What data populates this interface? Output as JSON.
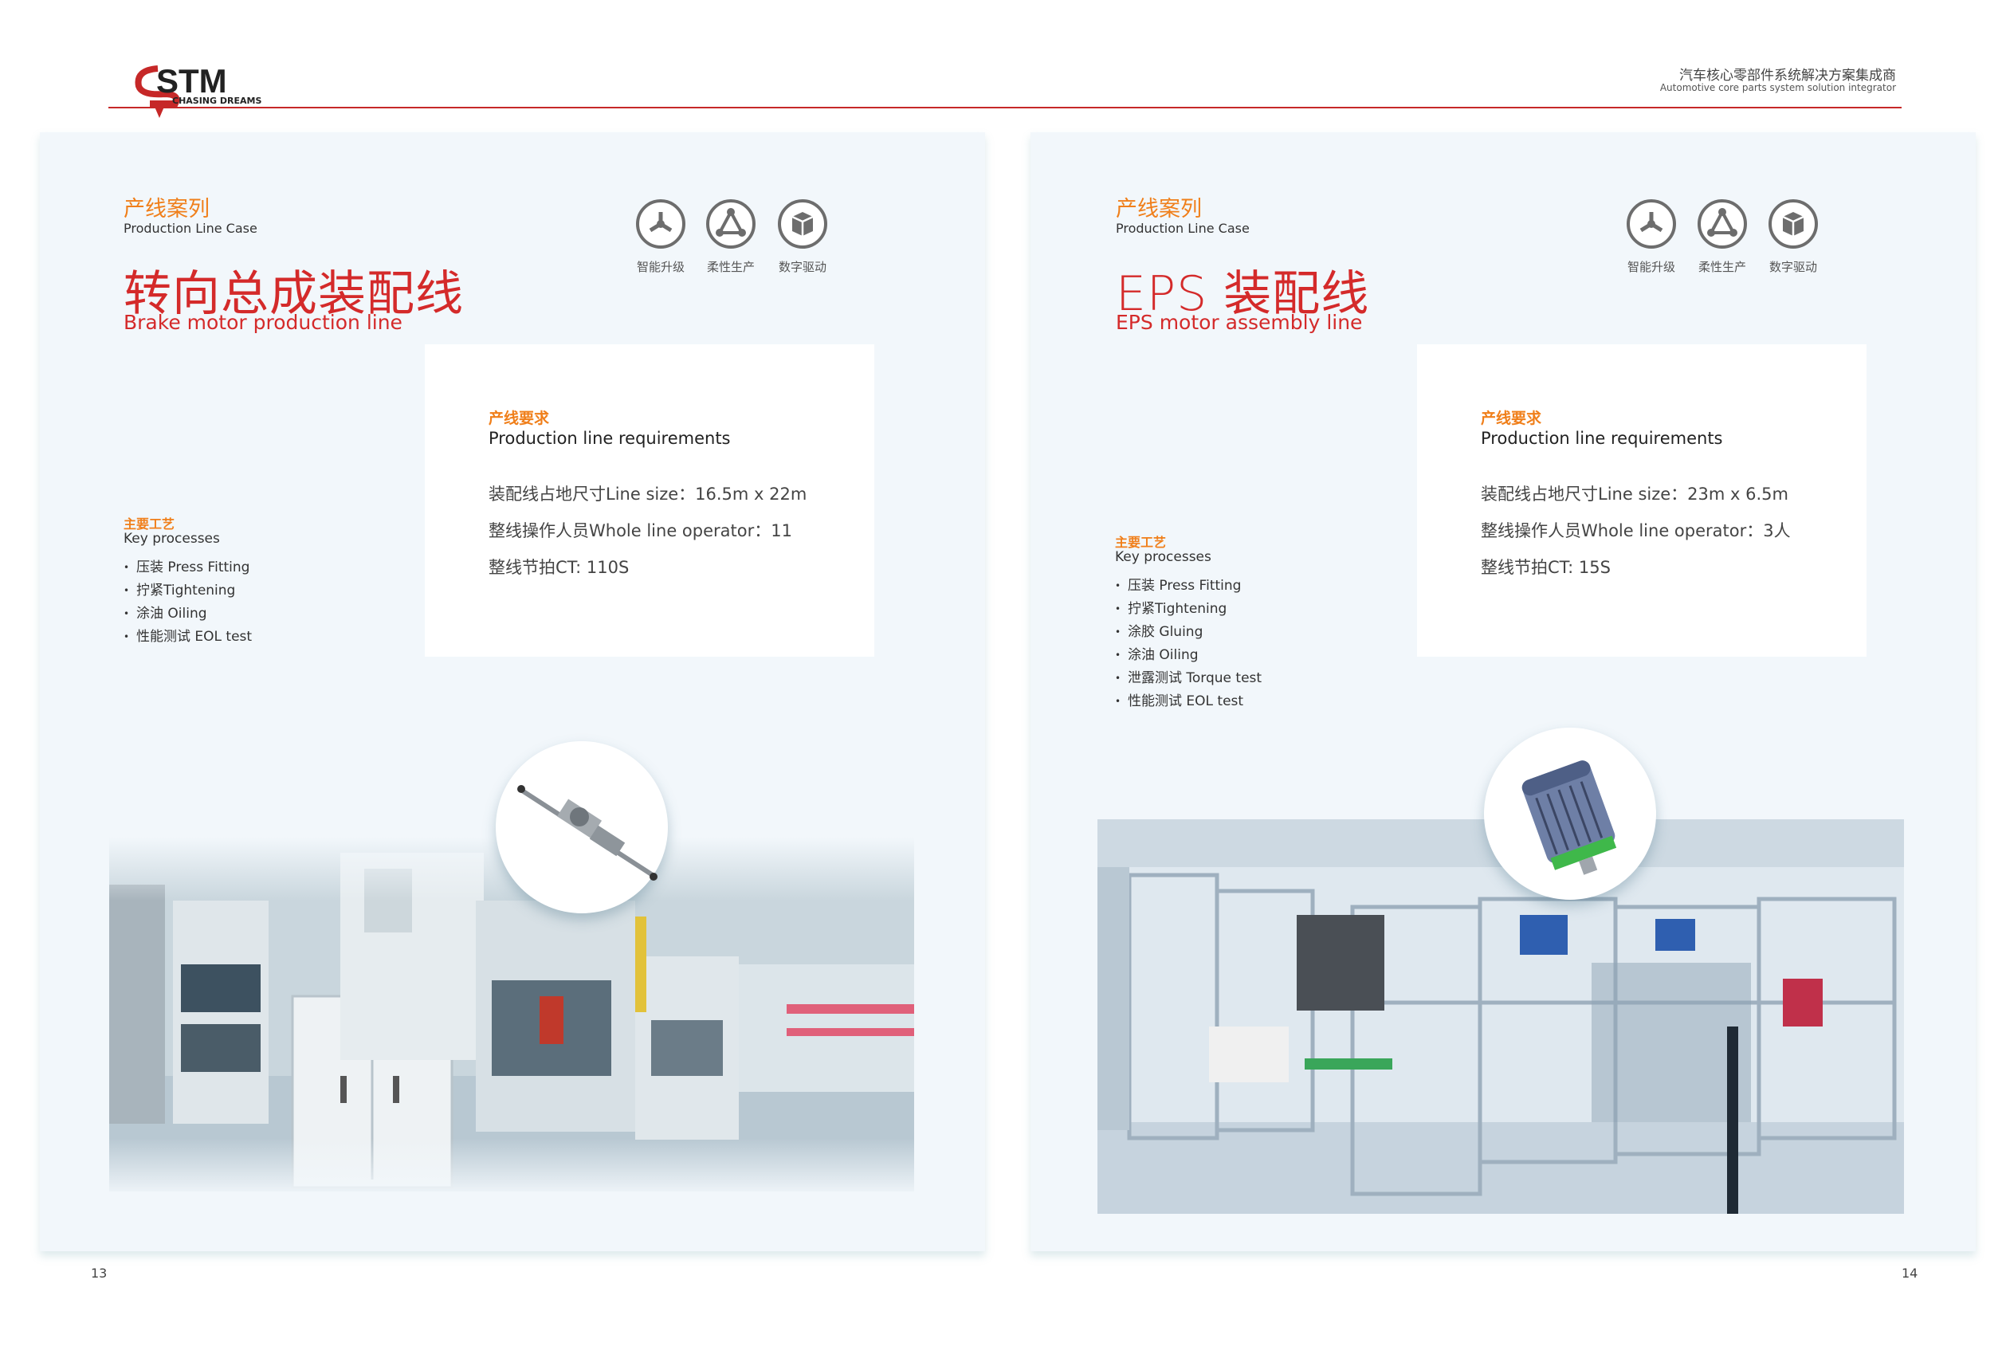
{
  "header": {
    "logo_text": "STM",
    "logo_tagline": "CHASING DREAMS",
    "tagline_cn": "汽车核心零部件系统解决方案集成商",
    "tagline_en": "Automotive core parts system solution integrator"
  },
  "features": [
    {
      "icon": "smart-upgrade-icon",
      "label": "智能升级"
    },
    {
      "icon": "flexible-production-icon",
      "label": "柔性生产"
    },
    {
      "icon": "digital-drive-icon",
      "label": "数字驱动"
    }
  ],
  "colors": {
    "accent_red": "#d42a2a",
    "accent_orange": "#f07f1a",
    "panel_bg": "#f2f7fb"
  },
  "left": {
    "case_cn": "产线案列",
    "case_en": "Production Line Case",
    "title_cn": "转向总成装配线",
    "title_en": "Brake motor production line",
    "req_cn": "产线要求",
    "req_en": "Production line requirements",
    "req_lines": [
      "装配线占地尺寸Line size：16.5m x 22m",
      "整线操作人员Whole line operator：11",
      "整线节拍CT: 110S"
    ],
    "kp_cn": "主要工艺",
    "kp_en": "Key processes",
    "processes": [
      "压装 Press Fitting",
      "拧紧Tightening",
      "涂油 Oiling",
      "性能测试 EOL test"
    ],
    "page": "13"
  },
  "right": {
    "case_cn": "产线案列",
    "case_en": "Production Line Case",
    "title_cn": "EPS 装配线",
    "title_en": "EPS motor assembly line",
    "req_cn": "产线要求",
    "req_en": "Production line requirements",
    "req_lines": [
      "装配线占地尺寸Line size：23m x 6.5m",
      "整线操作人员Whole line operator：3人",
      "整线节拍CT: 15S"
    ],
    "kp_cn": "主要工艺",
    "kp_en": "Key processes",
    "processes": [
      "压装 Press Fitting",
      "拧紧Tightening",
      "涂胶 Gluing",
      "涂油 Oiling",
      "泄露测试 Torque test",
      "性能测试 EOL test"
    ],
    "page": "14"
  }
}
